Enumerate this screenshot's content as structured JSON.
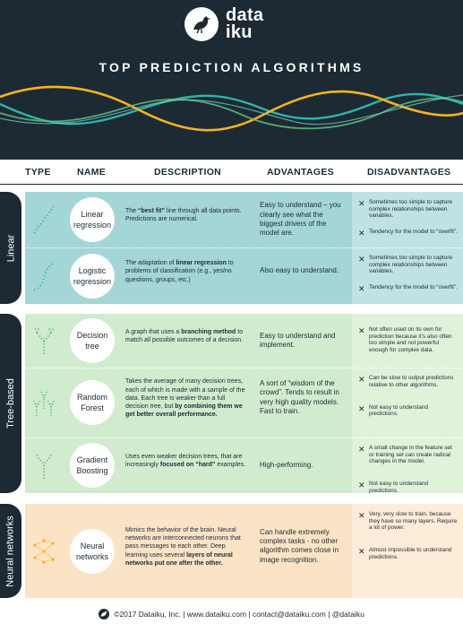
{
  "header": {
    "logo_line1": "data",
    "logo_line2": "iku",
    "title": "TOP PREDICTION ALGORITHMS"
  },
  "columns": [
    "TYPE",
    "NAME",
    "DESCRIPTION",
    "ADVANTAGES",
    "DISADVANTAGES"
  ],
  "colors": {
    "dark": "#1d2a33",
    "linear_bg": "#a4d6d7",
    "linear_dis": "#bfe3e3",
    "tree_bg": "#d1ebcf",
    "tree_dis": "#e1f2db",
    "nn_bg": "#fbe3c6",
    "nn_dis": "#fdedd8",
    "wave_yellow": "#f6b324",
    "wave_teal": "#2bb6a8",
    "wave_green": "#5dc07e"
  },
  "categories": [
    {
      "label": "Linear",
      "rows": [
        {
          "icon": "linear-line-icon",
          "name": [
            "Linear",
            "regression"
          ],
          "description": [
            {
              "text": "The "
            },
            {
              "text": "“best fit”",
              "bold": true
            },
            {
              "text": " line through all data points. Predictions are numerical."
            }
          ],
          "advantages": "Easy to understand – you clearly see what the biggest drivers of the model are.",
          "disadvantages": [
            "Sometimes too simple to capture complex relationships between variables.",
            "Tendency for the model to “overfit”."
          ]
        },
        {
          "icon": "logistic-curve-icon",
          "name": [
            "Logistic",
            "regression"
          ],
          "description": [
            {
              "text": "The adaptation of "
            },
            {
              "text": "linear regression",
              "bold": true
            },
            {
              "text": " to problems of classification (e.g., yes/no questions, groups, etc.)"
            }
          ],
          "advantages": "Also easy to understand.",
          "disadvantages": [
            "Sometimes too simple to capture complex relationships between variables.",
            "Tendency for the model to “overfit”."
          ]
        }
      ]
    },
    {
      "label": "Tree-based",
      "rows": [
        {
          "icon": "decision-tree-icon",
          "name": [
            "Decision",
            "tree"
          ],
          "description": [
            {
              "text": "A graph that uses a "
            },
            {
              "text": "branching method",
              "bold": true
            },
            {
              "text": " to match all possible outcomes of a decision."
            }
          ],
          "advantages": "Easy to understand and implement.",
          "disadvantages": [
            "Not often used on its own for prediction because it’s also often too simple and not powerful enough for complex data."
          ]
        },
        {
          "icon": "random-forest-icon",
          "name": [
            "Random",
            "Forest"
          ],
          "description": [
            {
              "text": "Takes the average of many decision trees, each of which is made with a sample of the data. Each tree is weaker than a full decision tree, but "
            },
            {
              "text": "by combining them we get better overall performance.",
              "bold": true
            }
          ],
          "advantages": "A sort of “wisdom of the crowd”. Tends to result in very high quality models. Fast to train.",
          "disadvantages": [
            "Can be slow to output predictions relative to other algorithms.",
            "Not easy to understand predictions."
          ]
        },
        {
          "icon": "gradient-boosting-icon",
          "name": [
            "Gradient",
            "Boosting"
          ],
          "description": [
            {
              "text": "Uses even weaker decision trees, that are increasingly "
            },
            {
              "text": "focused on “hard”",
              "bold": true
            },
            {
              "text": " examples."
            }
          ],
          "advantages": "High-performing.",
          "disadvantages": [
            "A small change in the feature set or training set can create radical changes in the model.",
            "Not easy to understand predictions."
          ]
        }
      ]
    },
    {
      "label": "Neural networks",
      "rows": [
        {
          "icon": "neural-network-icon",
          "name": [
            "Neural",
            "networks"
          ],
          "description": [
            {
              "text": "Mimics the behavior of the brain. Neural networks are interconnected neurons that pass messages to each other. Deep learning uses several "
            },
            {
              "text": "layers of neural networks put one after the other.",
              "bold": true
            }
          ],
          "advantages": "Can handle extremely complex tasks - no other algorithm comes close in image recognition.",
          "disadvantages": [
            "Very, very slow to train, because they have so many layers. Require a lot of power.",
            "Almost impossible to understand predictions."
          ]
        }
      ]
    }
  ],
  "footer": "©2017 Dataiku, Inc. | www.dataiku.com | contact@dataiku.com | @dataiku"
}
